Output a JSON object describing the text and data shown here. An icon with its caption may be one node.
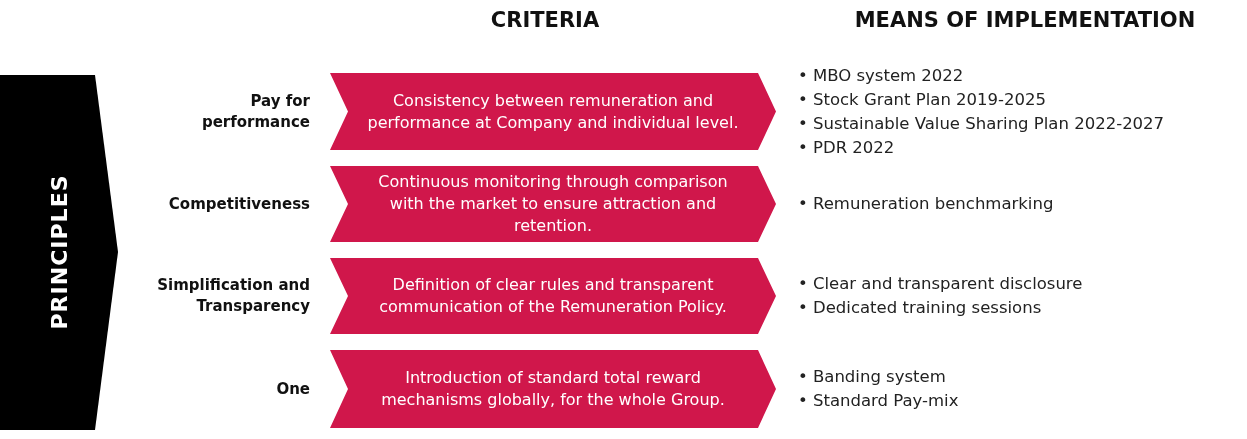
{
  "diagram": {
    "nodes": [
      {
        "text": [
          "PRINCIPLES"
        ]
      },
      {
        "text": [
          "Consistency between remuneration and performance at Company and individual level."
        ]
      },
      {
        "text": [
          "Continuous monitoring through comparison with the market to ensure attraction and retention."
        ]
      },
      {
        "text": [
          "Definition of clear rules and transparent communication of the Remuneration Policy."
        ]
      },
      {
        "text": [
          "Introduction of standard total reward mechanisms globally, for the whole Group."
        ]
      }
    ],
    "labels": [
      "CRITERIA",
      "MEANS OF IMPLEMENTATION",
      "Pay for performance",
      "• MBO system 2022",
      "• Stock Grant Plan 2019-2025",
      "• Sustainable Value Sharing Plan 2022-2027",
      "• PDR 2022",
      "Competitiveness",
      "• Remuneration benchmarking",
      "Simplification and Transparency",
      "• Clear and transparent disclosure",
      "• Dedicated training sessions",
      "One",
      "• Banding system",
      "• Standard Pay-mix"
    ]
  }
}
